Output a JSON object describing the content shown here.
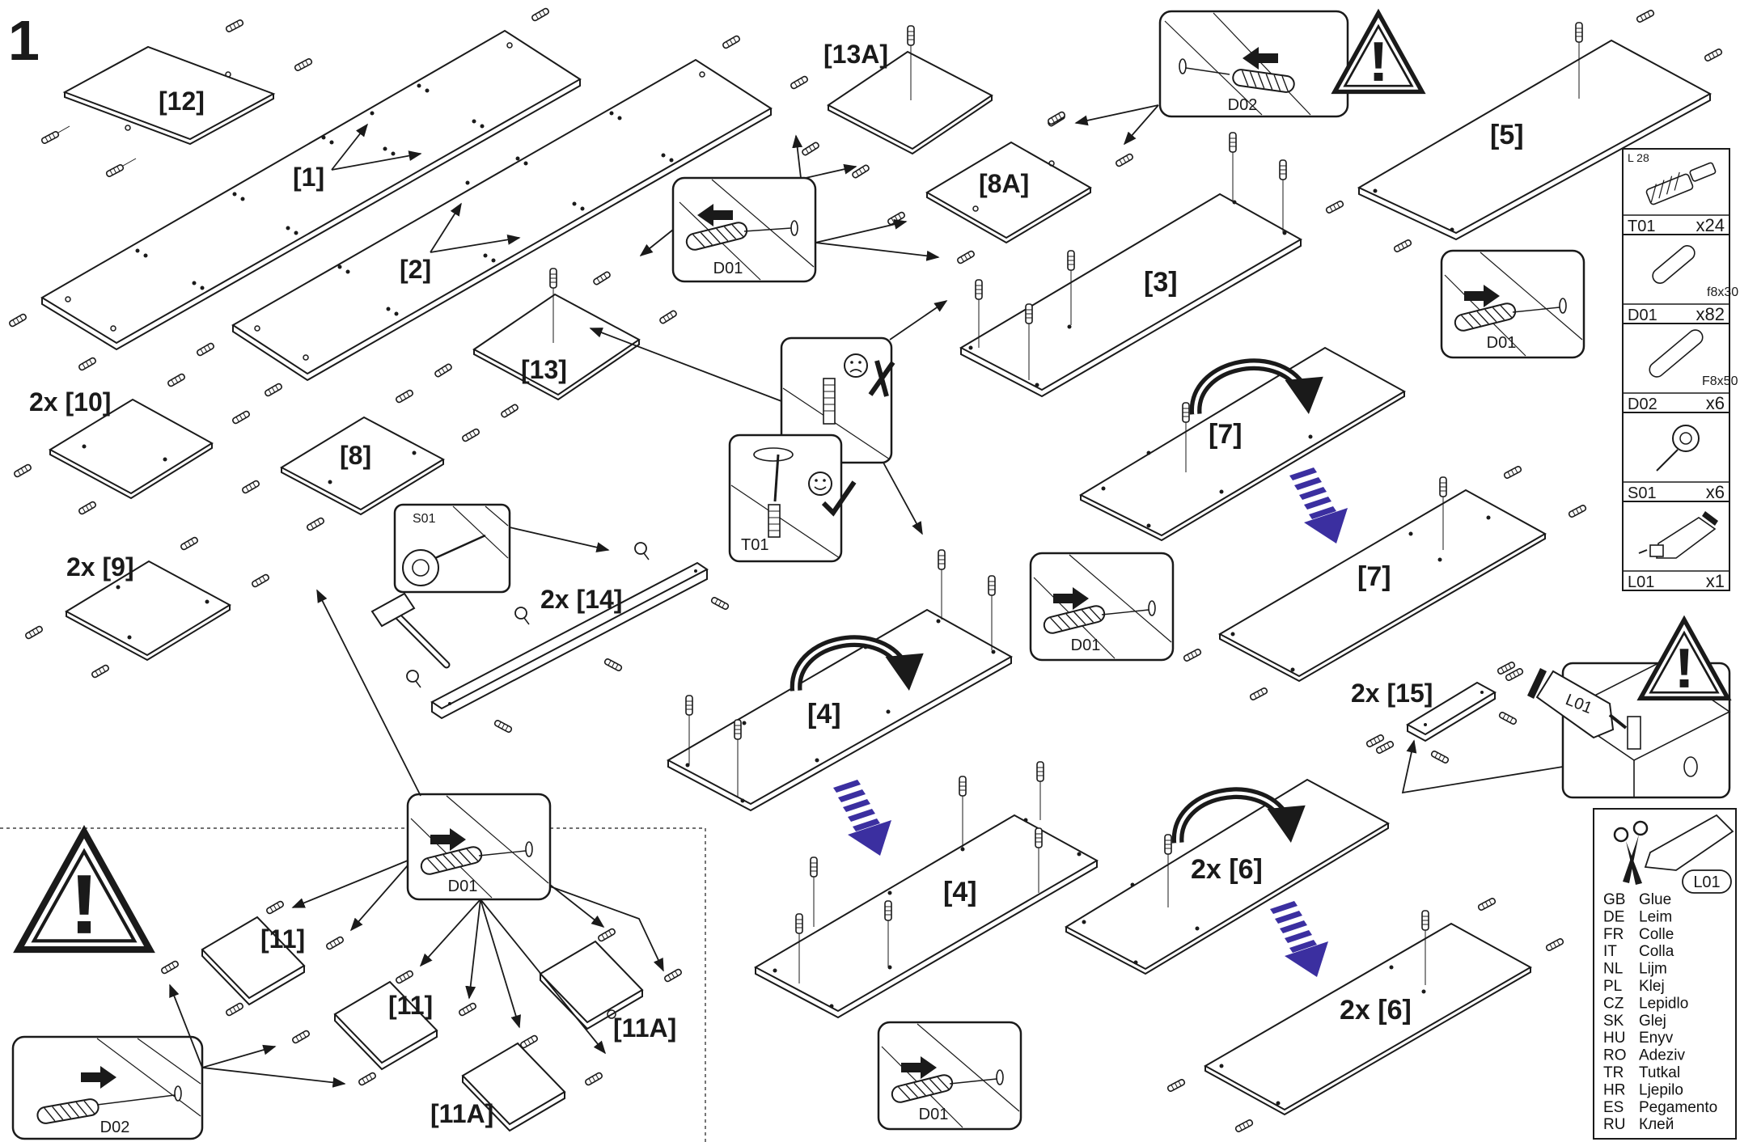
{
  "step_number": "1",
  "parts": {
    "p12": "[12]",
    "p1": "[1]",
    "p2": "[2]",
    "p13A": "[13A]",
    "p8A": "[8A]",
    "p5": "[5]",
    "p3": "[3]",
    "p13": "[13]",
    "p10": "2x [10]",
    "p8": "[8]",
    "p7a": "[7]",
    "p7b": "[7]",
    "p9": "2x [9]",
    "p14": "2x [14]",
    "p4a": "[4]",
    "p4b": "[4]",
    "p15": "2x [15]",
    "p6a": "2x [6]",
    "p6b": "2x [6]",
    "p11a": "[11]",
    "p11b": "[11]",
    "p11Aa": "[11A]",
    "p11Ab": "[11A]"
  },
  "callouts": {
    "d02_top": "D02",
    "d01_mid": "D01",
    "d01_right": "D01",
    "t01": "T01",
    "s01": "S01",
    "d01_center": "D01",
    "d01_lower": "D01",
    "d01_bottom": "D01",
    "d02_bottom": "D02",
    "l01_tube": "L01"
  },
  "hardware": [
    {
      "code": "T01",
      "qty": "x24",
      "spec": "L 28"
    },
    {
      "code": "D01",
      "qty": "x82",
      "spec": "f8x30"
    },
    {
      "code": "D02",
      "qty": "x6",
      "spec": "F8x50"
    },
    {
      "code": "S01",
      "qty": "x6",
      "spec": ""
    },
    {
      "code": "L01",
      "qty": "x1",
      "spec": ""
    }
  ],
  "glue": {
    "badge": "L01",
    "languages": [
      {
        "code": "GB",
        "word": "Glue"
      },
      {
        "code": "DE",
        "word": "Leim"
      },
      {
        "code": "FR",
        "word": "Colle"
      },
      {
        "code": "IT",
        "word": "Colla"
      },
      {
        "code": "NL",
        "word": "Lijm"
      },
      {
        "code": "PL",
        "word": "Klej"
      },
      {
        "code": "CZ",
        "word": "Lepidlo"
      },
      {
        "code": "SK",
        "word": "Glej"
      },
      {
        "code": "HU",
        "word": "Enyv"
      },
      {
        "code": "RO",
        "word": "Adeziv"
      },
      {
        "code": "TR",
        "word": "Tutkal"
      },
      {
        "code": "HR",
        "word": "Ljepilo"
      },
      {
        "code": "ES",
        "word": "Pegamento"
      },
      {
        "code": "RU",
        "word": "Клей"
      }
    ]
  },
  "colors": {
    "ink": "#1a1a1a",
    "direction_arrow": "#3b2fa0",
    "paper": "#ffffff"
  }
}
